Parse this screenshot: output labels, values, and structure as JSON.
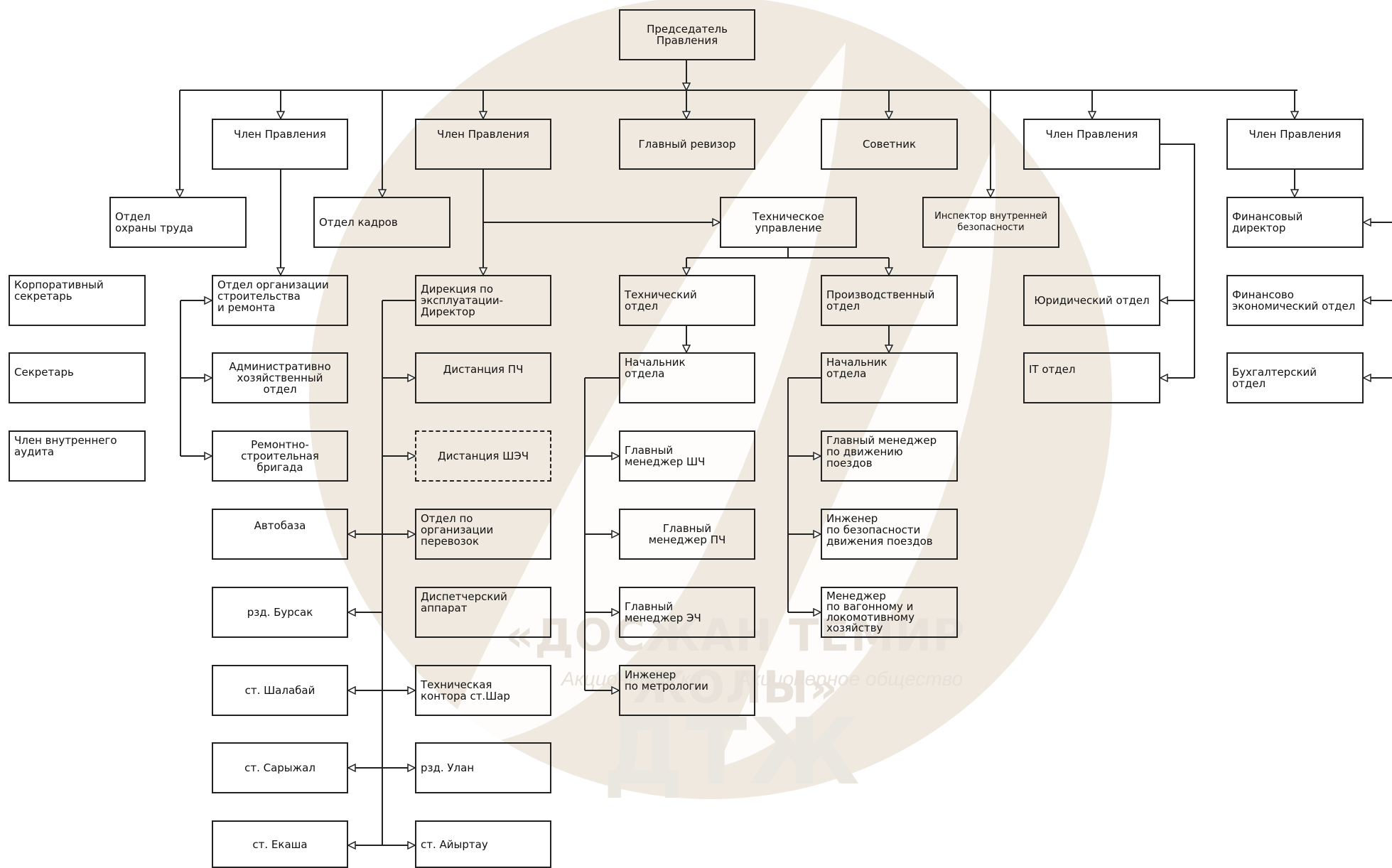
{
  "watermark": {
    "title": "«ДОСЖАН ТЕМИР ЖОЛЫ»",
    "subtitle_left": "Акционерлік ко",
    "subtitle_right": "Акционерное общество",
    "abbr": "ДТЖ"
  },
  "nodes": {
    "chairman": "Председатель\nПравления",
    "board_member_1": "Член Правления",
    "board_member_2": "Член Правления",
    "chief_auditor": "Главный ревизор",
    "advisor": "Советник",
    "board_member_3": "Член Правления",
    "board_member_4": "Член Правления",
    "labor_safety": "Отдел\nохраны труда",
    "hr_dept": "Отдел кадров",
    "technical_directorate": "Техническое\nуправление",
    "internal_security": "Инспектор внутренней\nбезопасности",
    "cfo": "Финансовый\nдиректор",
    "corporate_secretary": "Корпоративный\nсекретарь",
    "secretary": "Секретарь",
    "internal_audit": "Член внутреннего\nаудита",
    "construction_dept": "Отдел организации\nстроительства\nи ремонта",
    "admin_dept": "Административно\nхозяйственный\nотдел",
    "repair_brigade": "Ремонтно-\nстроительная\nбригада",
    "motor_depot": "Автобаза",
    "rzd_bursak": "рзд. Бурсак",
    "st_shalabay": "ст. Шалабай",
    "st_saryzhal": "ст. Сарыжал",
    "st_ekasha": "ст. Екаша",
    "operations_directorate": "Дирекция по\nэксплуатации-\nДиректор",
    "distance_pch": "Дистанция ПЧ",
    "distance_shch": "Дистанция ШЭЧ",
    "transport_dept": "Отдел по\nорганизации\nперевозок",
    "dispatch": "Диспетчерский\nаппарат",
    "tech_office": "Техническая\nконтора ст.Шар",
    "rzd_ulan": "рзд. Улан",
    "st_aiyrtau": "ст. Айыртау",
    "technical_dept": "Технический\nотдел",
    "head_dept_1": "Начальник\nотдела",
    "chief_manager_shch": "Главный\nменеджер ШЧ",
    "chief_manager_pch": "Главный\nменеджер ПЧ",
    "chief_manager_ech": "Главный\nменеджер ЭЧ",
    "metrology_engineer": "Инженер\nпо метрологии",
    "production_dept": "Производственный\nотдел",
    "head_dept_2": "Начальник\nотдела",
    "traffic_manager": "Главный менеджер\nпо движению\nпоездов",
    "safety_engineer": "Инженер\nпо безопасности\nдвижения поездов",
    "rolling_stock_manager": "Менеджер\nпо вагонному и\nлокомотивному\nхозяйству",
    "legal_dept": "Юридический отдел",
    "it_dept": "IT отдел",
    "fin_econ_dept": "Финансово\nэкономический отдел",
    "accounting_dept": "Бухгалтерский\nотдел"
  }
}
